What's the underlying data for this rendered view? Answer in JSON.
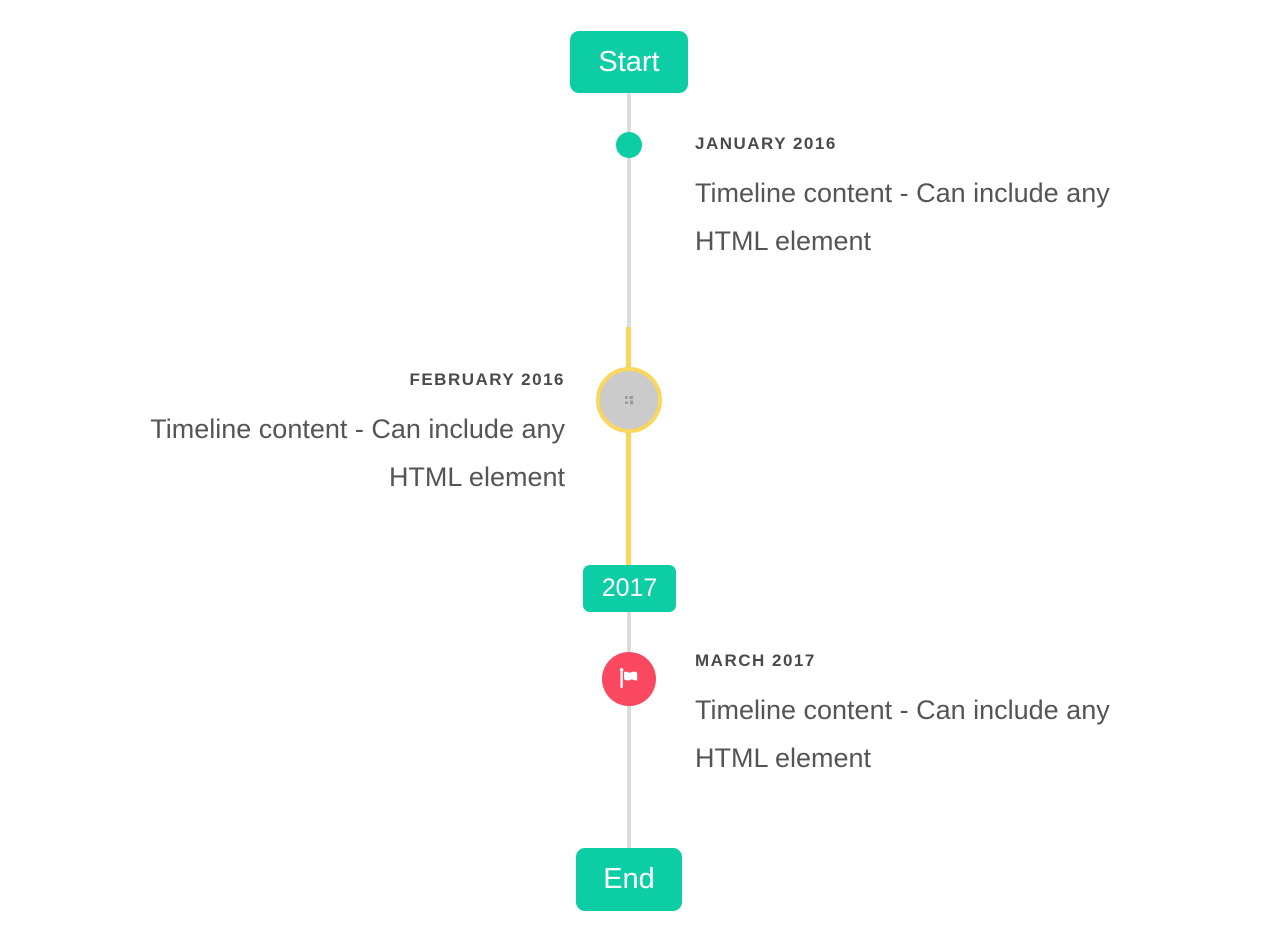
{
  "page": {
    "background": "#ffffff"
  },
  "colors": {
    "accent_teal": "#0ccda3",
    "highlight_yellow": "#fbd65c",
    "flag_red": "#f9485f",
    "line_gray": "#dcdcdc",
    "image_circle_gray": "#cbcbcb",
    "title_text": "#4a4a4a",
    "content_text": "#555555"
  },
  "timeline": {
    "start_label": "Start",
    "year_label": "2017",
    "end_label": "End",
    "items": [
      {
        "title": "JANUARY 2016",
        "side": "right",
        "marker": "teal-dot",
        "content_lines": [
          "Timeline content - Can include any",
          "HTML element"
        ]
      },
      {
        "title": "FEBRUARY 2016",
        "side": "left",
        "marker": "gray-circle-yellow-ring-broken-image",
        "content_lines": [
          "Timeline content - Can include any",
          "HTML element"
        ]
      },
      {
        "title": "MARCH 2017",
        "side": "right",
        "marker": "red-circle-flag",
        "content_lines": [
          "Timeline content - Can include any",
          "HTML element"
        ]
      }
    ]
  }
}
